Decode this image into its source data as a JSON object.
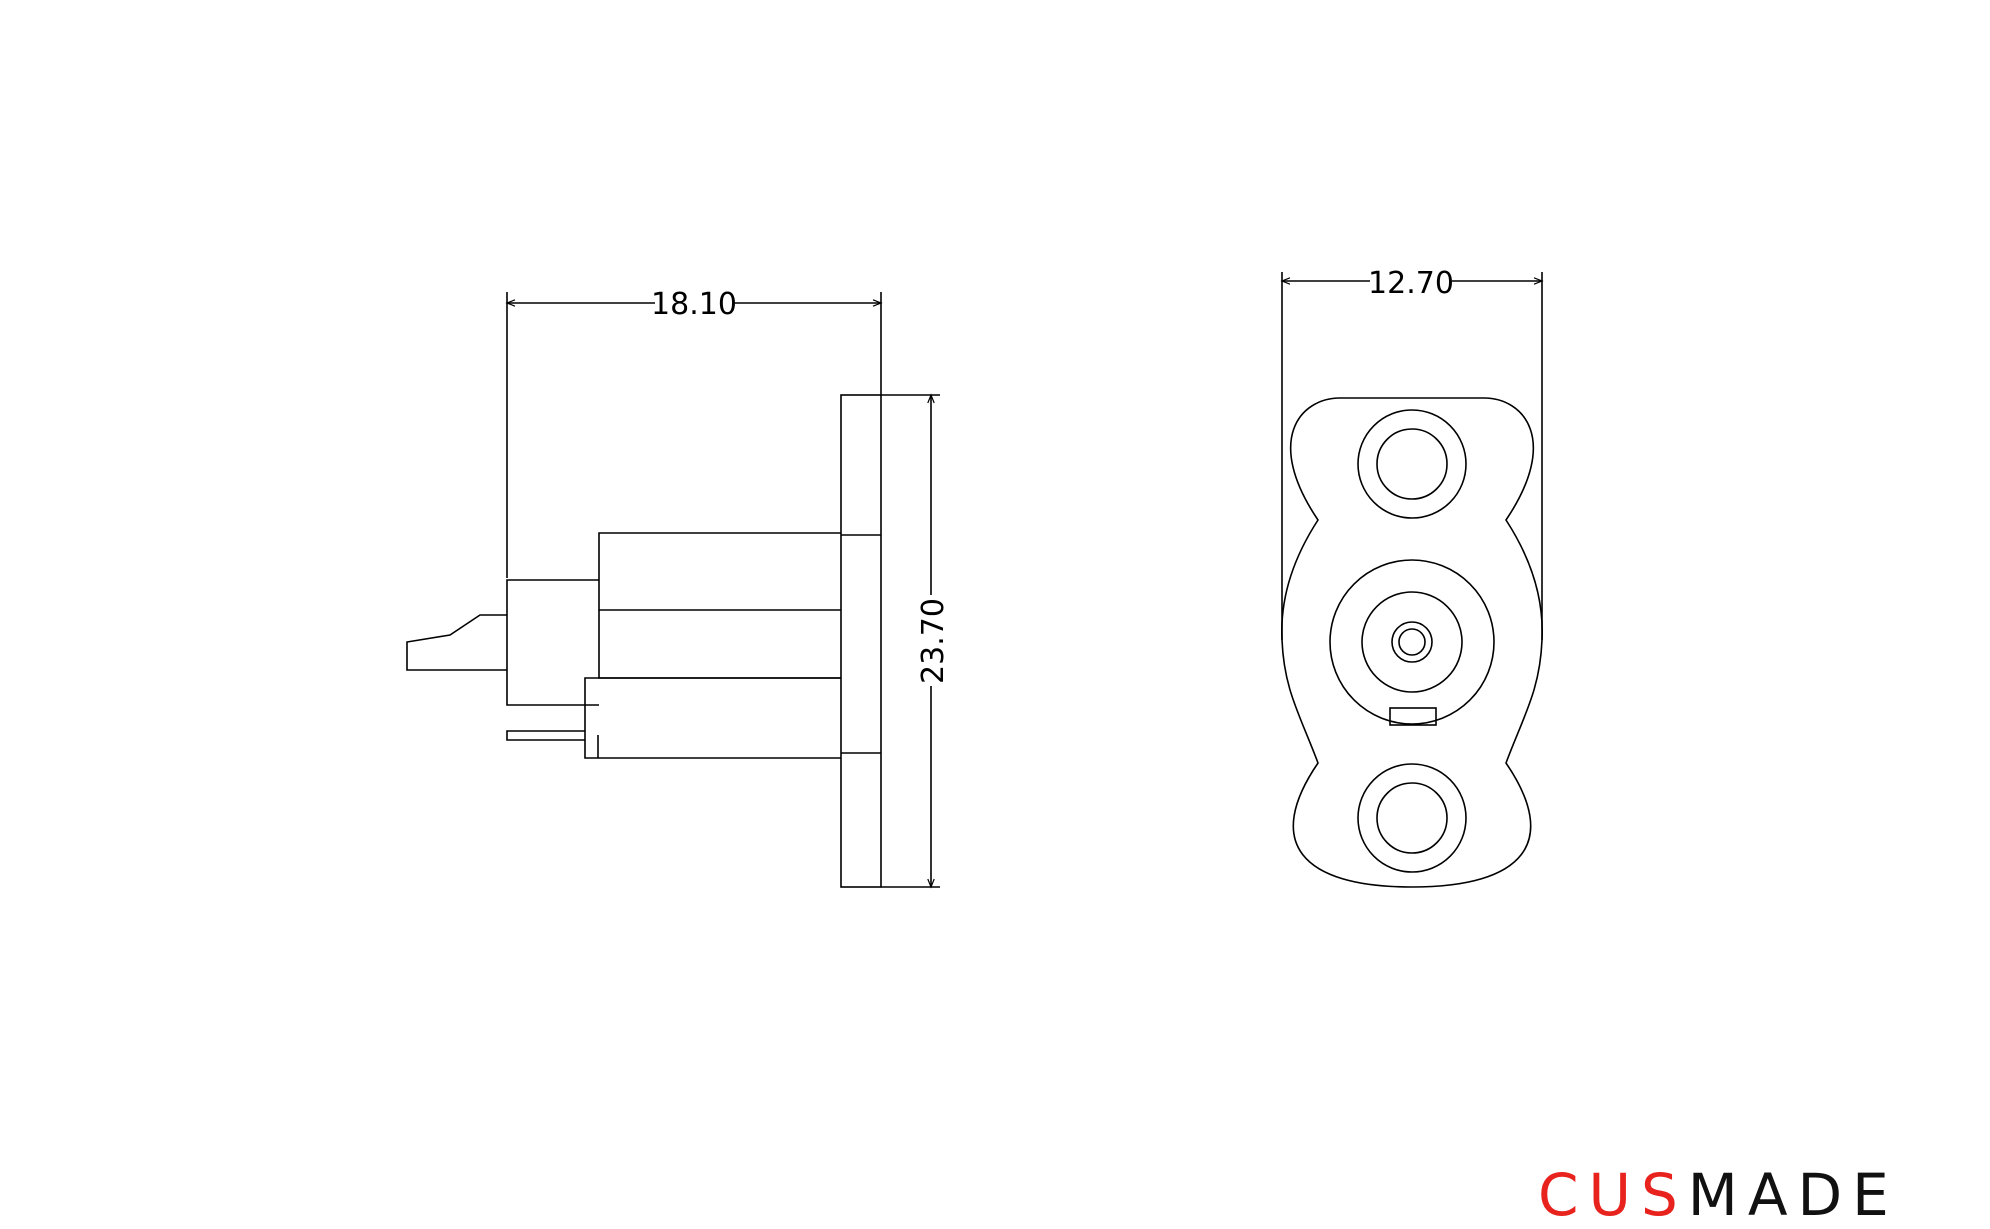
{
  "dimensions": {
    "side_width": "18.10",
    "side_height": "23.70",
    "front_width": "12.70"
  },
  "logo": {
    "red_part": "CUS",
    "black_part": "MADE"
  },
  "colors": {
    "line": "#000000",
    "logo_red": "#e8231e",
    "logo_black": "#111111",
    "background": "#ffffff"
  }
}
